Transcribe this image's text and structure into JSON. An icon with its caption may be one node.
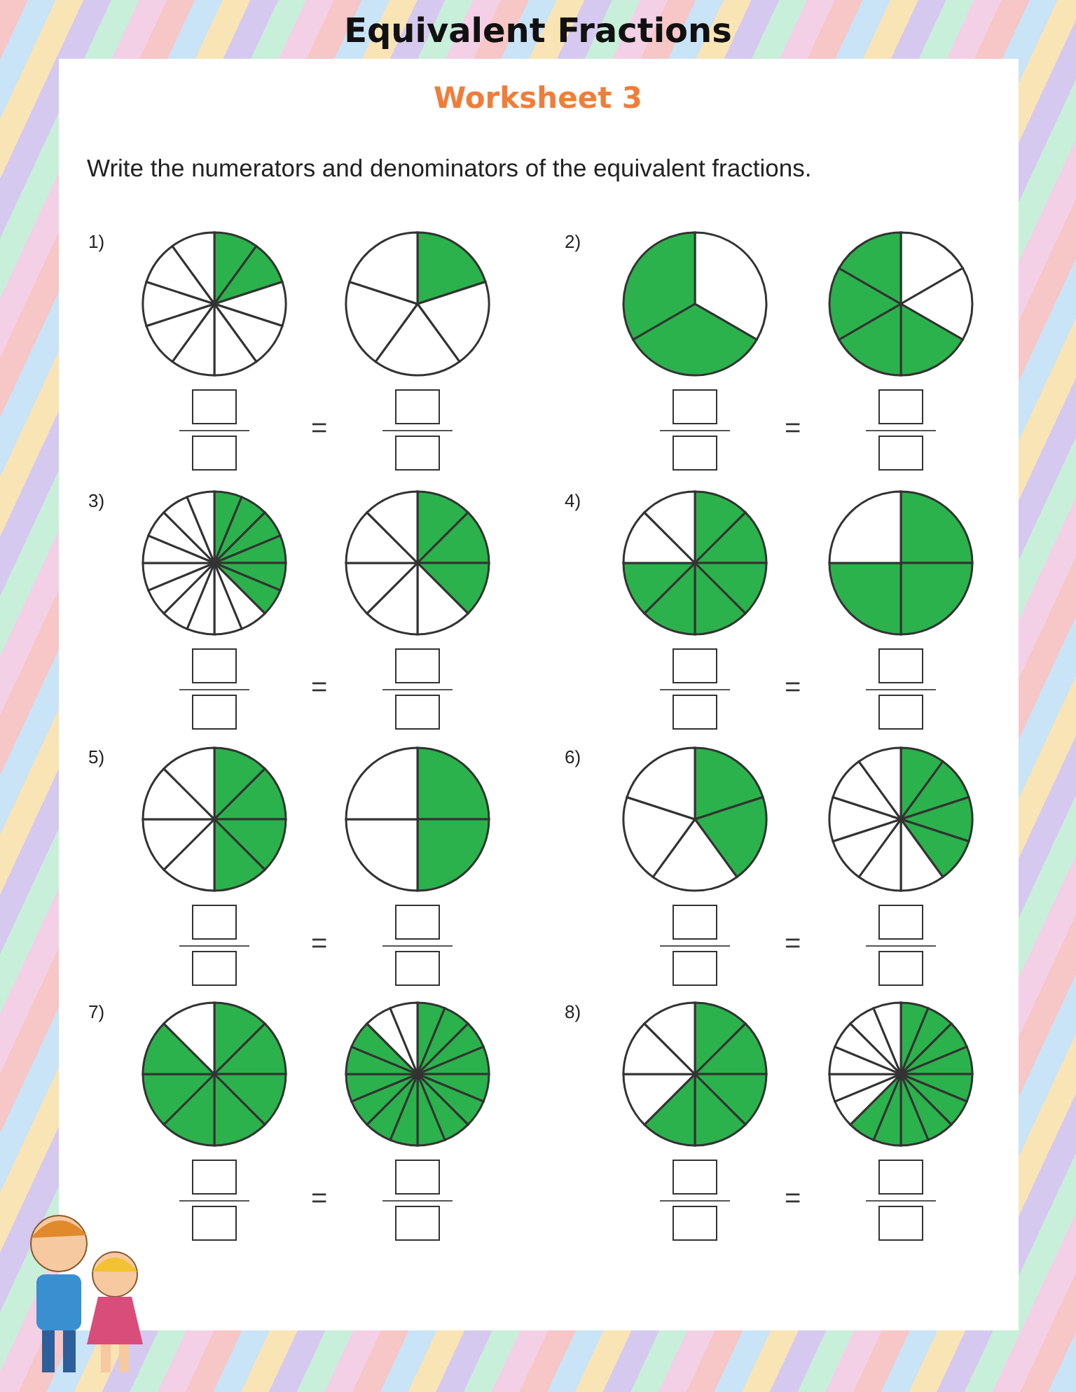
{
  "diagram": {
    "title": "Equivalent Fractions",
    "labels": [
      "Worksheet 3",
      "Write the numerators and denominators of the equivalent fractions.",
      "1)",
      "=",
      "2)",
      "=",
      "3)",
      "=",
      "4)",
      "=",
      "5)",
      "=",
      "6)",
      "=",
      "7)",
      "=",
      "8)",
      "="
    ]
  }
}
